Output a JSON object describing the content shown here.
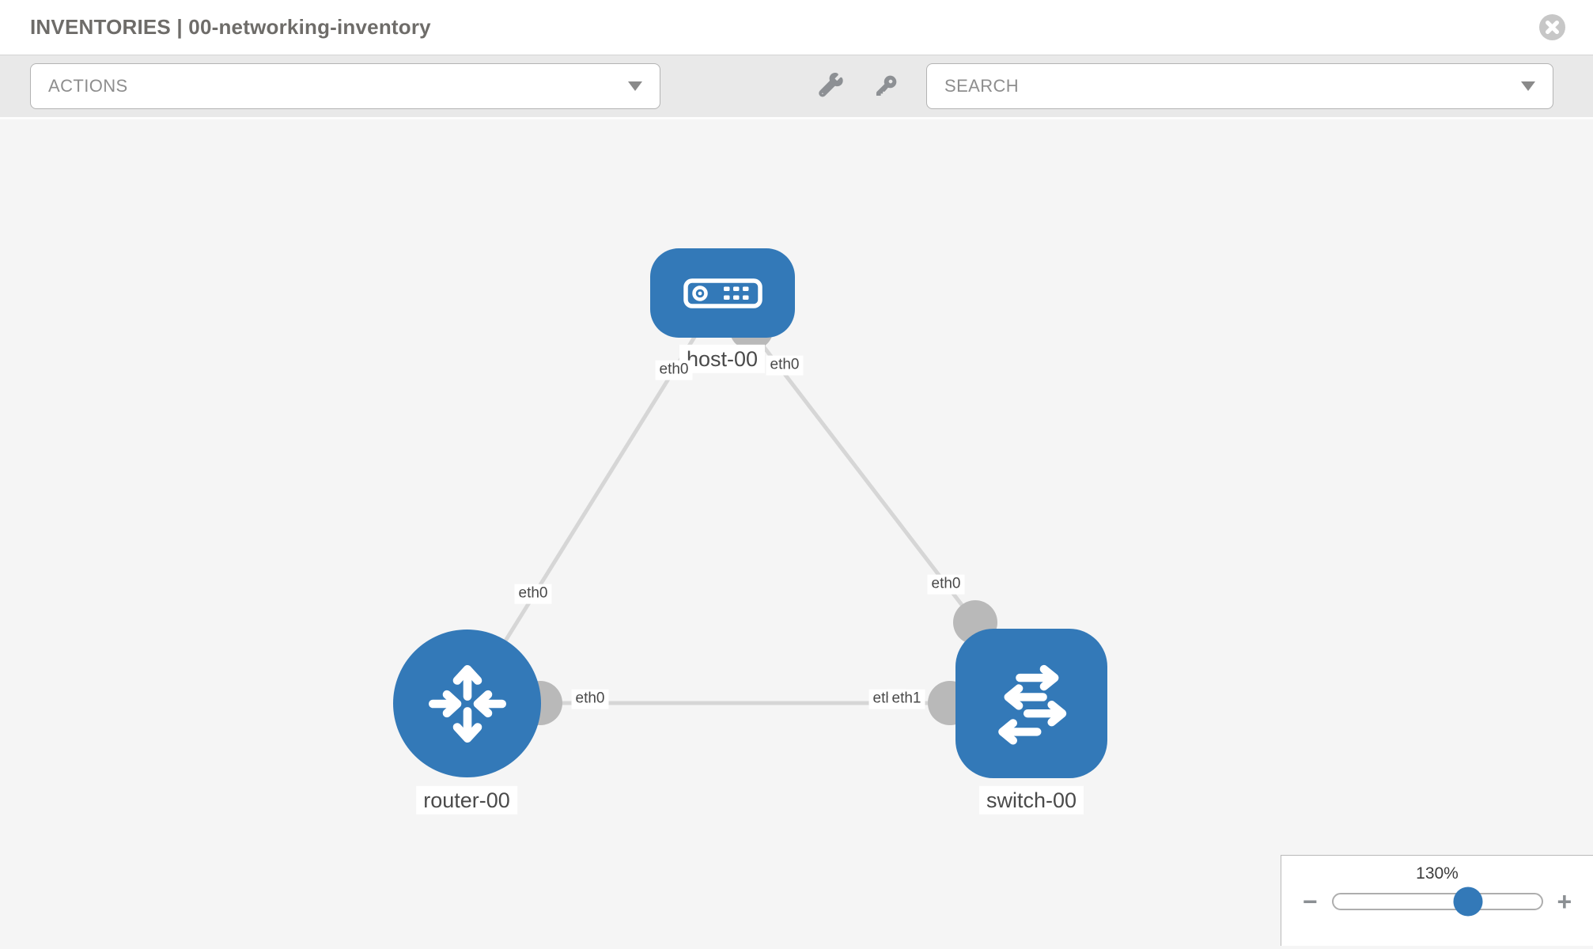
{
  "window": {
    "title": "INVENTORIES | 00-networking-inventory"
  },
  "toolbar": {
    "actions_label": "ACTIONS",
    "search_placeholder": "SEARCH",
    "tool_icons": [
      "wrench-icon",
      "key-icon"
    ]
  },
  "topology": {
    "nodes": [
      {
        "label": "host-00",
        "type": "host",
        "shape": "rounded-rect",
        "icon": "host-icon"
      },
      {
        "label": "router-00",
        "type": "router",
        "shape": "circle",
        "icon": "router-icon"
      },
      {
        "label": "switch-00",
        "type": "switch",
        "shape": "rounded-square",
        "icon": "switch-icon"
      }
    ],
    "links": [
      {
        "from": "host-00",
        "from_interface": "eth0",
        "to": "router-00",
        "to_interface": "eth0"
      },
      {
        "from": "host-00",
        "from_interface": "eth0",
        "to": "switch-00",
        "to_interface": "eth0"
      },
      {
        "from": "router-00",
        "from_interface": "eth0",
        "to": "switch-00",
        "to_interface": "eth1"
      }
    ],
    "overlapped_interface_label": "eth0"
  },
  "zoom": {
    "level": "130%",
    "minus": "−",
    "plus": "+",
    "slider_position_pct": 65
  },
  "colors": {
    "node_blue": "#3379b8",
    "link_gray": "#d6d6d6",
    "interface_gray": "#b9b9b9",
    "toolbar_gray": "#e9e9e9",
    "canvas_gray": "#f5f5f5",
    "title_text": "#6e6c69",
    "slider_handle_blue": "#3379b8"
  }
}
